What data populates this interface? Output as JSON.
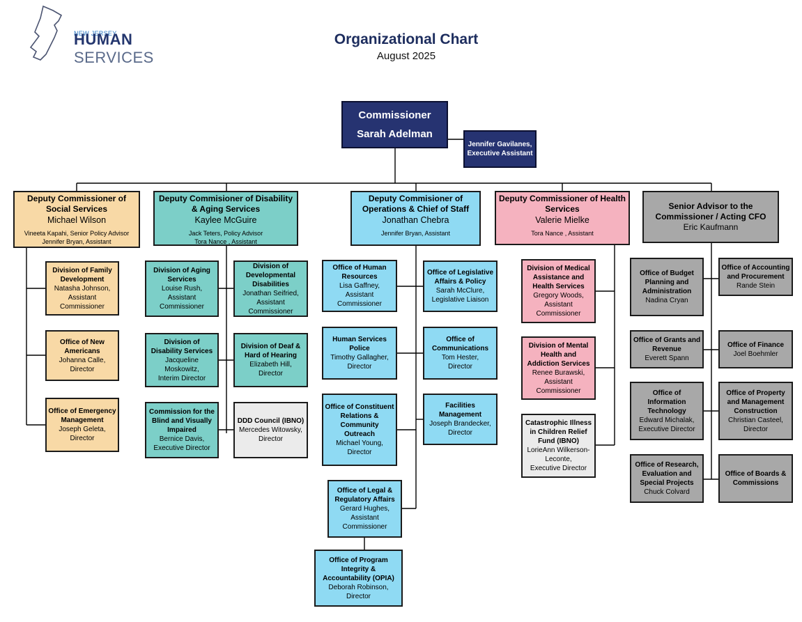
{
  "header": {
    "logo_small": "NEW JERSEY",
    "logo_bold": "HUMAN",
    "logo_light": "SERVICES",
    "title": "Organizational Chart",
    "subtitle": "August 2025"
  },
  "top": {
    "commissioner": {
      "title": "Commissioner",
      "name": "Sarah Adelman"
    },
    "exec_assistant": {
      "name": "Jennifer Gavilanes,",
      "role": "Executive Assistant"
    }
  },
  "deputies": {
    "social": {
      "title": "Deputy Commissioner of Social Services",
      "name": "Michael Wilson",
      "staff": [
        "Vineeta Kapahi, Senior Policy Advisor",
        "Jennifer Bryan, Assistant"
      ]
    },
    "disability": {
      "title": "Deputy Commisioner of Disability & Aging Services",
      "name": "Kaylee McGuire",
      "staff": [
        "Jack Teters, Policy Advisor",
        "Tora Nance , Assistant"
      ]
    },
    "operations": {
      "title": "Deputy Commisioner of Operations & Chief of Staff",
      "name": "Jonathan Chebra",
      "staff": [
        "Jennifer Bryan, Assistant"
      ]
    },
    "health": {
      "title": "Deputy Commissioner of Health Services",
      "name": "Valerie Mielke",
      "staff": [
        "Tora Nance , Assistant"
      ]
    },
    "advisor": {
      "title": "Senior Advisor to the Commissioner / Acting CFO",
      "name": "Eric Kaufmann",
      "staff": []
    }
  },
  "units": {
    "family_dev": {
      "title": "Division of Family Development",
      "lines": [
        "Natasha Johnson,",
        "Assistant",
        "Commissioner"
      ]
    },
    "new_americans": {
      "title": "Office of New Americans",
      "lines": [
        "Johanna Calle,",
        "Director"
      ]
    },
    "emergency": {
      "title": "Office of Emergency Management",
      "lines": [
        "Joseph Geleta,",
        "Director"
      ]
    },
    "aging": {
      "title": "Division of Aging Services",
      "lines": [
        "Louise Rush,",
        "Assistant",
        "Commissioner"
      ]
    },
    "dev_disab": {
      "title": "Division of Developmental Disabilities",
      "lines": [
        "Jonathan Seifried,",
        "Assistant",
        "Commissioner"
      ]
    },
    "disab_serv": {
      "title": "Division of Disability Services",
      "lines": [
        "Jacqueline",
        "Moskowitz,",
        "Interim Director"
      ]
    },
    "deaf": {
      "title": "Division of Deaf & Hard of Hearing",
      "lines": [
        "Elizabeth Hill,",
        "Director"
      ]
    },
    "blind": {
      "title": "Commission for the Blind and Visually Impaired",
      "lines": [
        "Bernice Davis,",
        "Executive Director"
      ]
    },
    "ddd_council": {
      "title": "DDD Council (IBNO)",
      "lines": [
        "Mercedes Witowsky,",
        "Director"
      ]
    },
    "hr": {
      "title": "Office of Human Resources",
      "lines": [
        "Lisa Gaffney,",
        "Assistant",
        "Commissioner"
      ]
    },
    "legislative": {
      "title": "Office of Legislative Affairs & Policy",
      "lines": [
        "Sarah McClure,",
        "Legislative Liaison"
      ]
    },
    "police": {
      "title": "Human Services Police",
      "lines": [
        "Timothy Gallagher,",
        "Director"
      ]
    },
    "comms": {
      "title": "Office of Communications",
      "lines": [
        "Tom Hester,",
        "Director"
      ]
    },
    "constituent": {
      "title": "Office of Constituent Relations & Community Outreach",
      "lines": [
        "Michael Young,",
        "Director"
      ]
    },
    "facilities": {
      "title": "Facilities Management",
      "lines": [
        "Joseph Brandecker,",
        "Director"
      ]
    },
    "legal": {
      "title": "Office of Legal & Regulatory Affairs",
      "lines": [
        "Gerard Hughes,",
        "Assistant",
        "Commissioner"
      ]
    },
    "opia": {
      "title": "Office of Program Integrity & Accountability (OPIA)",
      "lines": [
        "Deborah Robinson,",
        "Director"
      ]
    },
    "medical": {
      "title": "Division of Medical Assistance and Health Services",
      "lines": [
        "Gregory Woods,",
        "Assistant",
        "Commissioner"
      ]
    },
    "mental": {
      "title": "Division of Mental Health and Addiction Services",
      "lines": [
        "Renee Burawski,",
        "Assistant",
        "Commissioner"
      ]
    },
    "catastrophic": {
      "title": "Catastrophic Illness in Children Relief Fund (IBNO)",
      "lines": [
        "LorieAnn Wilkerson-",
        "Leconte,",
        "Executive Director"
      ]
    },
    "budget": {
      "title": "Office of Budget Planning and Administration",
      "lines": [
        "Nadina Cryan"
      ]
    },
    "accounting": {
      "title": "Office of Accounting and Procurement",
      "lines": [
        "Rande Stein"
      ]
    },
    "grants": {
      "title": "Office of Grants and Revenue",
      "lines": [
        "Everett Spann"
      ]
    },
    "finance": {
      "title": "Office of Finance",
      "lines": [
        "Joel Boehmler"
      ]
    },
    "it": {
      "title": "Office of Information Technology",
      "lines": [
        "Edward Michalak,",
        "Executive Director"
      ]
    },
    "property": {
      "title": "Office of Property and Management Construction",
      "lines": [
        "Christian Casteel,",
        "Director"
      ]
    },
    "research": {
      "title": "Office of Research, Evaluation and Special Projects",
      "lines": [
        "Chuck Colvard"
      ]
    },
    "boards": {
      "title": "Office of Boards & Commissions",
      "lines": []
    }
  },
  "colors": {
    "social": "#f8d9a6",
    "disability": "#7ccfc8",
    "operations": "#8fdaf3",
    "health": "#f5b2bf",
    "advisor": "#a8a8a8",
    "ibno": "#ebebeb",
    "commissioner": "#263371"
  }
}
